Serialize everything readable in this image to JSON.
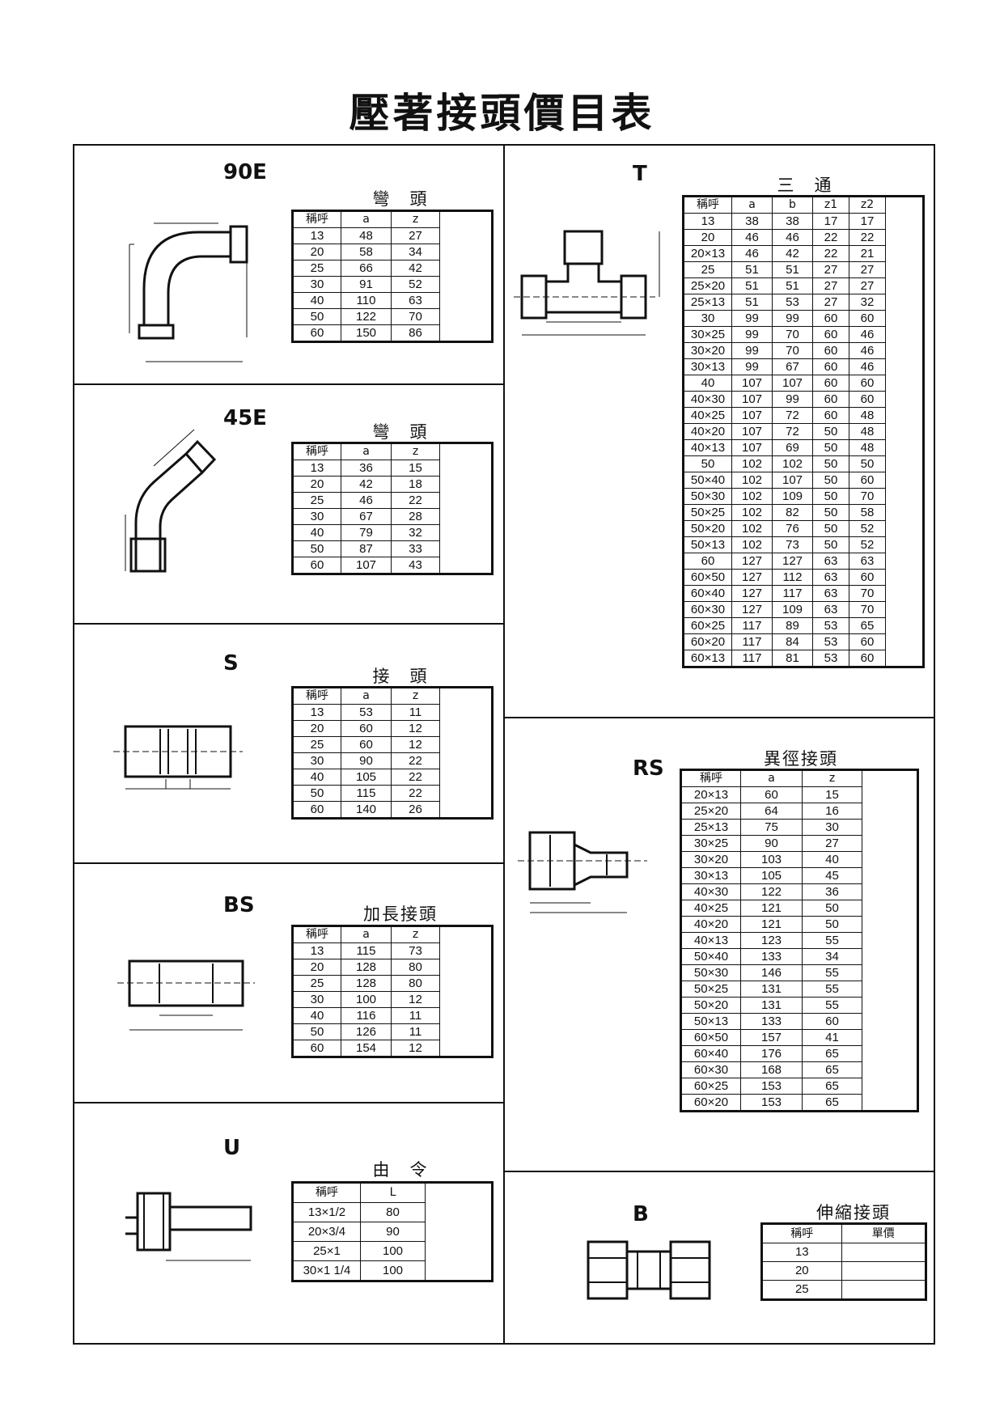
{
  "title": "壓著接頭價目表",
  "sections": {
    "e90": {
      "code": "90E",
      "caption": "彎　頭",
      "headers": [
        "稱呼",
        "a",
        "z"
      ],
      "rows": [
        [
          "13",
          "48",
          "27"
        ],
        [
          "20",
          "58",
          "34"
        ],
        [
          "25",
          "66",
          "42"
        ],
        [
          "30",
          "91",
          "52"
        ],
        [
          "40",
          "110",
          "63"
        ],
        [
          "50",
          "122",
          "70"
        ],
        [
          "60",
          "150",
          "86"
        ]
      ]
    },
    "e45": {
      "code": "45E",
      "caption": "彎　頭",
      "headers": [
        "稱呼",
        "a",
        "z"
      ],
      "rows": [
        [
          "13",
          "36",
          "15"
        ],
        [
          "20",
          "42",
          "18"
        ],
        [
          "25",
          "46",
          "22"
        ],
        [
          "30",
          "67",
          "28"
        ],
        [
          "40",
          "79",
          "32"
        ],
        [
          "50",
          "87",
          "33"
        ],
        [
          "60",
          "107",
          "43"
        ]
      ]
    },
    "s": {
      "code": "S",
      "caption": "接　頭",
      "headers": [
        "稱呼",
        "a",
        "z"
      ],
      "rows": [
        [
          "13",
          "53",
          "11"
        ],
        [
          "20",
          "60",
          "12"
        ],
        [
          "25",
          "60",
          "12"
        ],
        [
          "30",
          "90",
          "22"
        ],
        [
          "40",
          "105",
          "22"
        ],
        [
          "50",
          "115",
          "22"
        ],
        [
          "60",
          "140",
          "26"
        ]
      ]
    },
    "bs": {
      "code": "BS",
      "caption": "加長接頭",
      "headers": [
        "稱呼",
        "a",
        "z"
      ],
      "rows": [
        [
          "13",
          "115",
          "73"
        ],
        [
          "20",
          "128",
          "80"
        ],
        [
          "25",
          "128",
          "80"
        ],
        [
          "30",
          "100",
          "12"
        ],
        [
          "40",
          "116",
          "11"
        ],
        [
          "50",
          "126",
          "11"
        ],
        [
          "60",
          "154",
          "12"
        ]
      ]
    },
    "u": {
      "code": "U",
      "caption": "由　令",
      "headers": [
        "稱呼",
        "L"
      ],
      "rows": [
        [
          "13×1/2",
          "80"
        ],
        [
          "20×3/4",
          "90"
        ],
        [
          "25×1",
          "100"
        ],
        [
          "30×1 1/4",
          "100"
        ]
      ]
    },
    "t": {
      "code": "T",
      "caption": "三　通",
      "headers": [
        "稱呼",
        "a",
        "b",
        "z1",
        "z2"
      ],
      "rows": [
        [
          "13",
          "38",
          "38",
          "17",
          "17"
        ],
        [
          "20",
          "46",
          "46",
          "22",
          "22"
        ],
        [
          "20×13",
          "46",
          "42",
          "22",
          "21"
        ],
        [
          "25",
          "51",
          "51",
          "27",
          "27"
        ],
        [
          "25×20",
          "51",
          "51",
          "27",
          "27"
        ],
        [
          "25×13",
          "51",
          "53",
          "27",
          "32"
        ],
        [
          "30",
          "99",
          "99",
          "60",
          "60"
        ],
        [
          "30×25",
          "99",
          "70",
          "60",
          "46"
        ],
        [
          "30×20",
          "99",
          "70",
          "60",
          "46"
        ],
        [
          "30×13",
          "99",
          "67",
          "60",
          "46"
        ],
        [
          "40",
          "107",
          "107",
          "60",
          "60"
        ],
        [
          "40×30",
          "107",
          "99",
          "60",
          "60"
        ],
        [
          "40×25",
          "107",
          "72",
          "60",
          "48"
        ],
        [
          "40×20",
          "107",
          "72",
          "50",
          "48"
        ],
        [
          "40×13",
          "107",
          "69",
          "50",
          "48"
        ],
        [
          "50",
          "102",
          "102",
          "50",
          "50"
        ],
        [
          "50×40",
          "102",
          "107",
          "50",
          "60"
        ],
        [
          "50×30",
          "102",
          "109",
          "50",
          "70"
        ],
        [
          "50×25",
          "102",
          "82",
          "50",
          "58"
        ],
        [
          "50×20",
          "102",
          "76",
          "50",
          "52"
        ],
        [
          "50×13",
          "102",
          "73",
          "50",
          "52"
        ],
        [
          "60",
          "127",
          "127",
          "63",
          "63"
        ],
        [
          "60×50",
          "127",
          "112",
          "63",
          "60"
        ],
        [
          "60×40",
          "127",
          "117",
          "63",
          "70"
        ],
        [
          "60×30",
          "127",
          "109",
          "63",
          "70"
        ],
        [
          "60×25",
          "117",
          "89",
          "53",
          "65"
        ],
        [
          "60×20",
          "117",
          "84",
          "53",
          "60"
        ],
        [
          "60×13",
          "117",
          "81",
          "53",
          "60"
        ]
      ]
    },
    "rs": {
      "code": "RS",
      "caption": "異徑接頭",
      "headers": [
        "稱呼",
        "a",
        "z"
      ],
      "rows": [
        [
          "20×13",
          "60",
          "15"
        ],
        [
          "25×20",
          "64",
          "16"
        ],
        [
          "25×13",
          "75",
          "30"
        ],
        [
          "30×25",
          "90",
          "27"
        ],
        [
          "30×20",
          "103",
          "40"
        ],
        [
          "30×13",
          "105",
          "45"
        ],
        [
          "40×30",
          "122",
          "36"
        ],
        [
          "40×25",
          "121",
          "50"
        ],
        [
          "40×20",
          "121",
          "50"
        ],
        [
          "40×13",
          "123",
          "55"
        ],
        [
          "50×40",
          "133",
          "34"
        ],
        [
          "50×30",
          "146",
          "55"
        ],
        [
          "50×25",
          "131",
          "55"
        ],
        [
          "50×20",
          "131",
          "55"
        ],
        [
          "50×13",
          "133",
          "60"
        ],
        [
          "60×50",
          "157",
          "41"
        ],
        [
          "60×40",
          "176",
          "65"
        ],
        [
          "60×30",
          "168",
          "65"
        ],
        [
          "60×25",
          "153",
          "65"
        ],
        [
          "60×20",
          "153",
          "65"
        ]
      ]
    },
    "b": {
      "code": "B",
      "caption": "伸縮接頭",
      "headers": [
        "稱呼",
        "單價"
      ],
      "rows": [
        [
          "13",
          ""
        ],
        [
          "20",
          ""
        ],
        [
          "25",
          ""
        ]
      ]
    }
  }
}
